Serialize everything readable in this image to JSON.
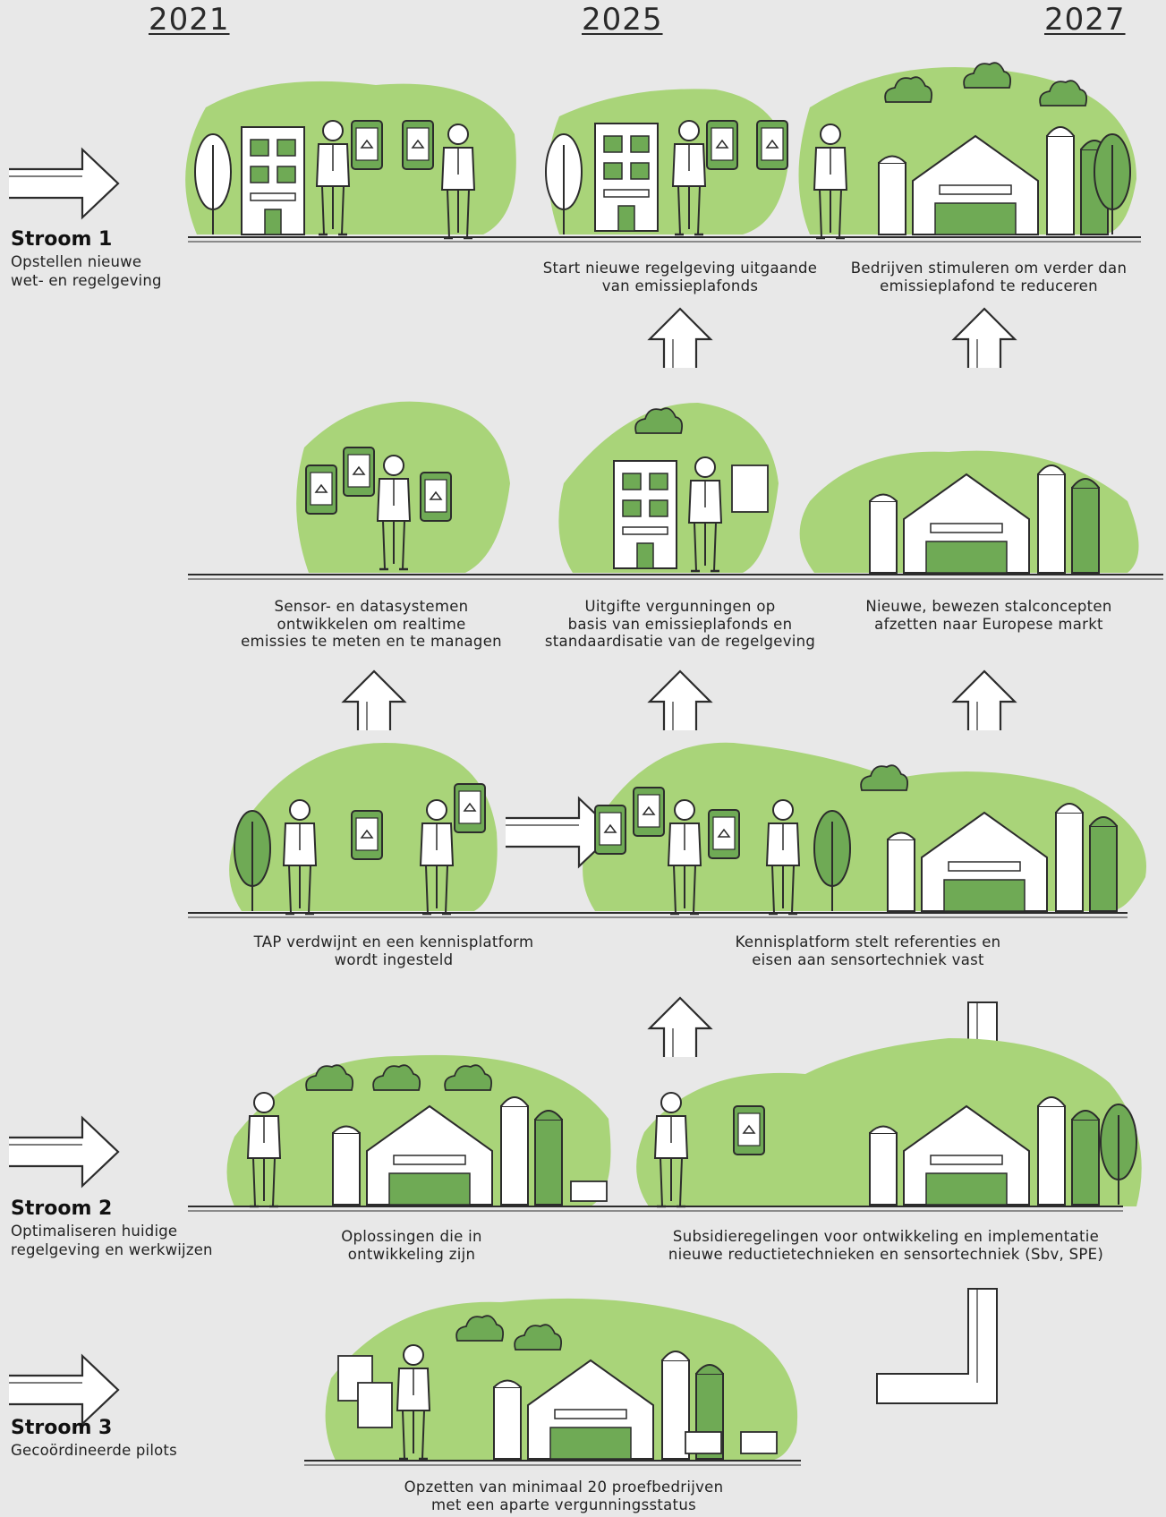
{
  "years": [
    "2021",
    "2025",
    "2027"
  ],
  "streams": [
    {
      "title": "Stroom 1",
      "desc": [
        "Opstellen nieuwe",
        "wet- en regelgeving"
      ]
    },
    {
      "title": "Stroom 2",
      "desc": [
        "Optimaliseren huidige",
        "regelgeving en werkwijzen"
      ]
    },
    {
      "title": "Stroom 3",
      "desc": [
        "Gecoördineerde pilots"
      ]
    }
  ],
  "captions": {
    "s1_2025": [
      "Start nieuwe regelgeving uitgaande",
      "van emissieplafonds"
    ],
    "s1_2027": [
      "Bedrijven stimuleren om verder dan",
      "emissieplafond te reduceren"
    ],
    "r2_sensor": [
      "Sensor- en datasystemen",
      "ontwikkelen om realtime",
      "emissies te meten en te managen"
    ],
    "r2_vergunning": [
      "Uitgifte vergunningen op",
      "basis van emissieplafonds en",
      "standaardisatie van de regelgeving"
    ],
    "r2_stal": [
      "Nieuwe, bewezen stalconcepten",
      "afzetten naar Europese markt"
    ],
    "r3_tap": [
      "TAP verdwijnt en een kennisplatform",
      "wordt ingesteld"
    ],
    "r3_kennis": [
      "Kennisplatform stelt referenties en",
      "eisen aan sensortechniek vast"
    ],
    "s2_oplossingen": [
      "Oplossingen die in",
      "ontwikkeling zijn"
    ],
    "s2_subsidie": [
      "Subsidieregelingen voor ontwikkeling en implementatie",
      "nieuwe reductietechnieken en sensortechniek (Sbv, SPE)"
    ],
    "s3_pilots": [
      "Opzetten van minimaal 20 proefbedrijven",
      "met een aparte vergunningsstatus"
    ]
  },
  "colors": {
    "background": "#e8e8e8",
    "blob": "#a9d479",
    "line": "#2c2c2c",
    "icon_fill": "#6faa55"
  }
}
